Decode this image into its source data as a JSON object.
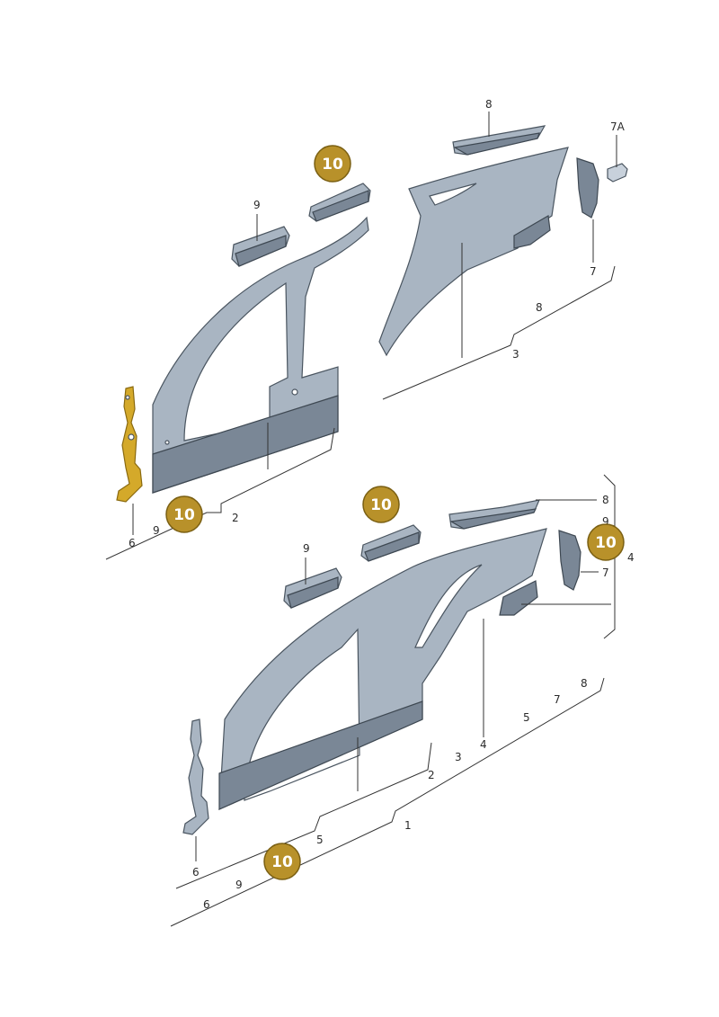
{
  "labels": {
    "l_1": "1",
    "l_2a": "2",
    "l_2b": "2",
    "l_3a": "3",
    "l_3b": "3",
    "l_4a": "4",
    "l_4b": "4",
    "l_5a": "5",
    "l_5b": "5",
    "l_6a": "6",
    "l_6b": "6",
    "l_6c": "6",
    "l_7a": "7",
    "l_7b": "7",
    "l_7c": "7",
    "l_7A": "7A",
    "l_8a": "8",
    "l_8b": "8",
    "l_8c": "8",
    "l_8d": "8",
    "l_9a": "9",
    "l_9b": "9",
    "l_9c": "9",
    "l_9d": "9",
    "l_9e": "9"
  },
  "badges": {
    "b1": "10",
    "b2": "10",
    "b3": "10",
    "b4": "10",
    "b5": "10"
  },
  "colors": {
    "badge_fill": "#b8912a",
    "highlight": "#d4a92a",
    "panel": "#a9b5c2"
  }
}
